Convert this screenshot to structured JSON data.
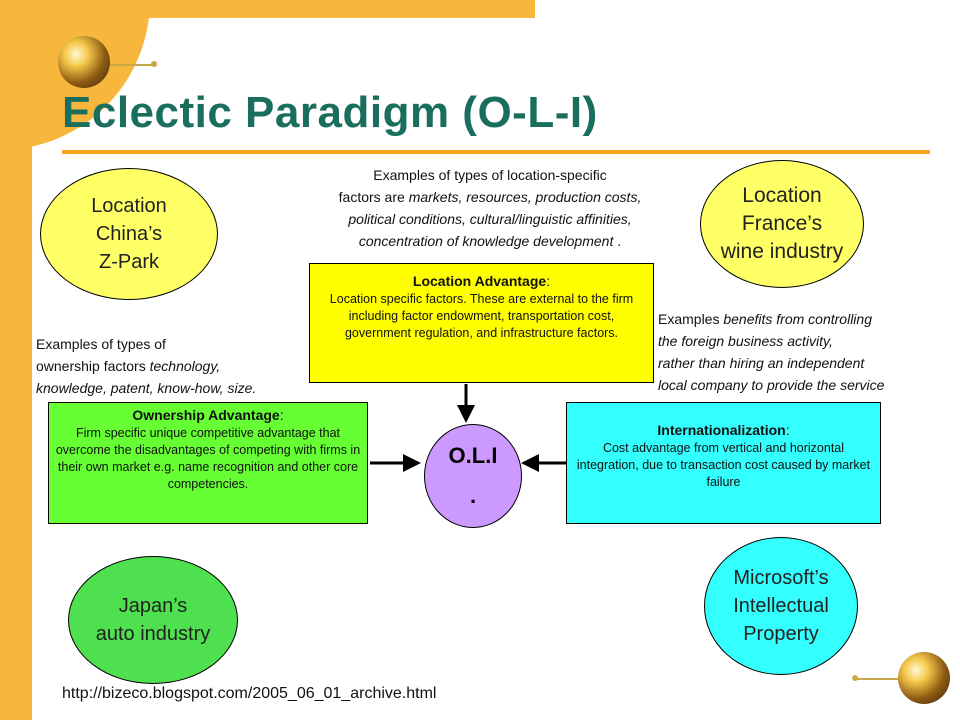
{
  "title": "Eclectic Paradigm (O-L-I)",
  "colors": {
    "title": "#1a6e5e",
    "accent_orange": "#f6b73c",
    "location_box": "#ffff00",
    "ownership_box": "#66ff33",
    "internalization_box": "#33ffff",
    "oli_circle": "#cc99ff"
  },
  "ellipses": {
    "china": [
      "Location",
      "China’s",
      "Z-Park"
    ],
    "france": [
      "Location",
      "France’s",
      "wine industry"
    ],
    "japan": [
      "Japan’s",
      "auto industry"
    ],
    "microsoft": [
      "Microsoft’s",
      "Intellectual",
      "Property"
    ]
  },
  "location_note": {
    "line1": "Examples of types of location-specific",
    "line2_prefix": "factors are ",
    "line2_italic": "markets, resources, production costs,",
    "line3": "political conditions, cultural/linguistic affinities,",
    "line4": "concentration of knowledge development",
    "line4_end": " ."
  },
  "ownership_note": {
    "line1": "Examples of types of",
    "line2_prefix": "ownership factors ",
    "line2_italic": "technology,",
    "line3": "knowledge, patent, know-how, size."
  },
  "internalization_note": {
    "line1_prefix": "Examples ",
    "line1_italic": "benefits from controlling",
    "line2": "the foreign business activity,",
    "line3": "rather than hiring an independent",
    "line4": "local company to provide the service"
  },
  "location_box": {
    "heading": "Location Advantage",
    "colon": ":",
    "body": "Location specific factors. These are external to the firm including factor endowment, transportation cost, government regulation, and infrastructure factors."
  },
  "ownership_box": {
    "heading": "Ownership Advantage",
    "colon": ":",
    "body": "Firm specific unique competitive advantage that overcome the disadvantages of competing with firms in their own market e.g. name recognition and other core competencies."
  },
  "internalization_box": {
    "heading": "Internationalization",
    "colon": ":",
    "body": "Cost advantage from vertical and horizontal integration, due to transaction cost caused by market failure"
  },
  "oli": {
    "line1": "O.L.I",
    "line2": "."
  },
  "source_url": "http://bizeco.blogspot.com/2005_06_01_archive.html",
  "icons": [
    "globe-icon-top-left",
    "globe-icon-bottom-right"
  ]
}
